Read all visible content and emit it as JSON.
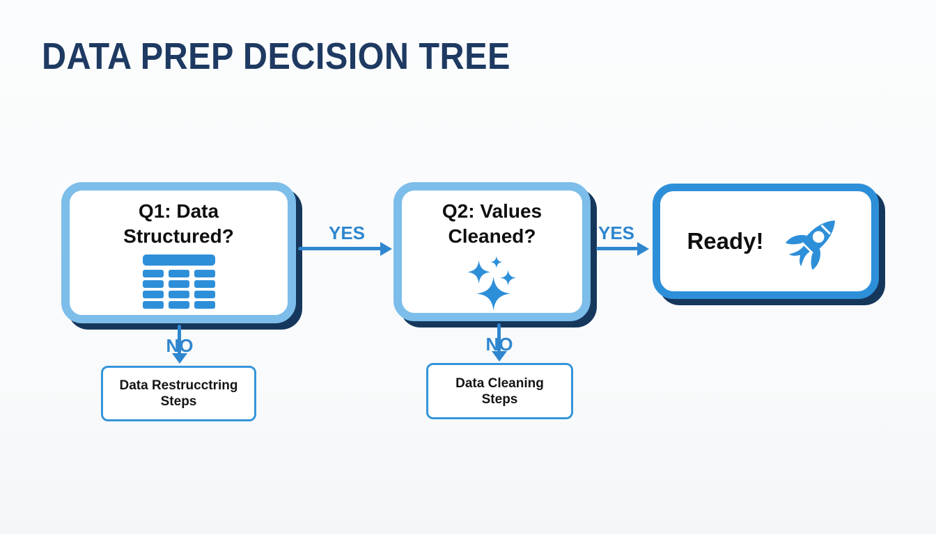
{
  "title": "DATA PREP DECISION TREE",
  "palette": {
    "accent_blue": "#2e8fd9",
    "light_blue_border": "#7cbdea",
    "navy_shadow": "#16375c",
    "title_navy": "#1e3a62",
    "edge_label_blue": "#2e86cf",
    "text_black": "#0e0e10",
    "background": "#fafbfc"
  },
  "nodes": {
    "q1": {
      "line1": "Q1: Data",
      "line2": "Structured?",
      "icon": "table-icon"
    },
    "q2": {
      "line1": "Q2: Values",
      "line2": "Cleaned?",
      "icon": "sparkles-icon"
    },
    "ready": {
      "label": "Ready!",
      "icon": "rocket-icon"
    }
  },
  "edges": {
    "q1_yes_label": "YES",
    "q2_yes_label": "YES",
    "q1_no_label": "NO",
    "q2_no_label": "NO"
  },
  "outcomes": {
    "restructure": {
      "line1": "Data Restrucctring",
      "line2": "Steps"
    },
    "cleaning": {
      "line1": "Data Cleaning",
      "line2": "Steps"
    }
  }
}
